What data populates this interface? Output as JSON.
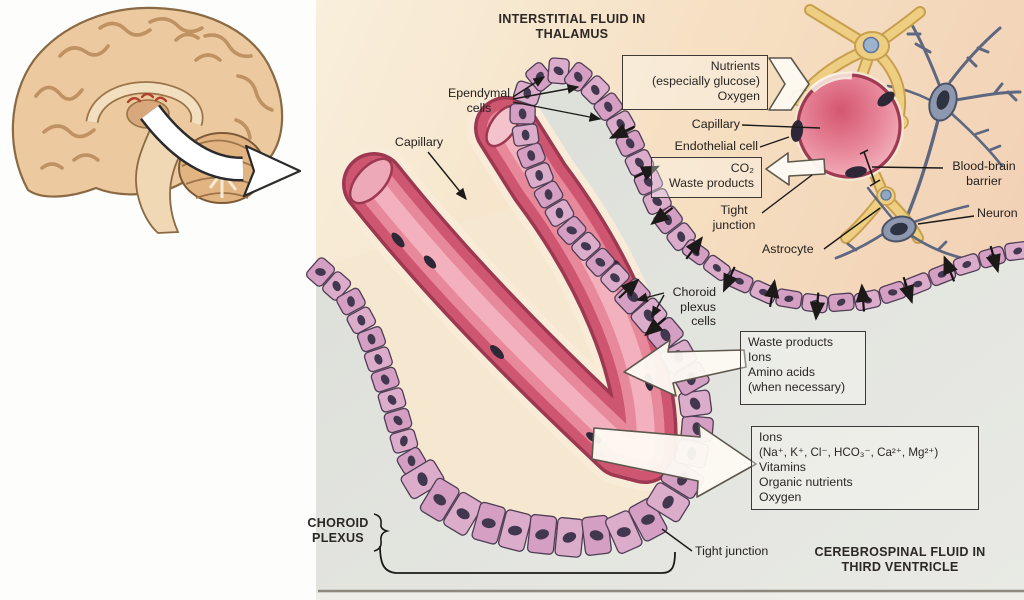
{
  "titles": {
    "interstitial_line1": "INTERSTITIAL FLUID IN",
    "interstitial_line2": "THALAMUS",
    "csf_line1": "CEREBROSPINAL FLUID IN",
    "csf_line2": "THIRD VENTRICLE"
  },
  "labels": {
    "ependymal_line1": "Ependymal",
    "ependymal_line2": "cells",
    "capillary_left": "Capillary",
    "capillary_right": "Capillary",
    "endothelial_cell": "Endothelial cell",
    "tight_junction_upper_line1": "Tight",
    "tight_junction_upper_line2": "junction",
    "astrocyte": "Astrocyte",
    "blood_brain_line1": "Blood-brain",
    "blood_brain_line2": "barrier",
    "neuron": "Neuron",
    "choroid_cells_line1": "Choroid",
    "choroid_cells_line2": "plexus",
    "choroid_cells_line3": "cells",
    "choroid_plexus_line1": "CHOROID",
    "choroid_plexus_line2": "PLEXUS",
    "tight_junction_lower": "Tight junction"
  },
  "boxes": {
    "nutrients": {
      "line1": "Nutrients",
      "line2": "(especially glucose)",
      "line3": "Oxygen"
    },
    "co2": {
      "line1": "CO₂",
      "line2": "Waste products"
    },
    "waste": {
      "line1": "Waste products",
      "line2": "Ions",
      "line3": "Amino acids",
      "line4": "(when necessary)"
    },
    "ions": {
      "line1": "Ions",
      "line2": "(Na⁺, K⁺, Cl⁻, HCO₃⁻, Ca²⁺, Mg²⁺)",
      "line3": "Vitamins",
      "line4": "Organic nutrients",
      "line5": "Oxygen"
    }
  },
  "colors": {
    "interstitial_peach": "#f5dfc2",
    "csf_gray": "#e1e3de",
    "stroma_cream": "#f6e8d0",
    "cell_pink": "#d9a8c8",
    "cell_nucleus": "#41374e",
    "vessel_red": "#cf5670",
    "vessel_light_pink": "#f4b6c1",
    "astrocyte_yellow": "#eecf82",
    "neuron_blue_gray": "#8d97ad",
    "brain_tan": "#ecc99e",
    "box_border": "#3c3936",
    "text": "#25211f"
  }
}
